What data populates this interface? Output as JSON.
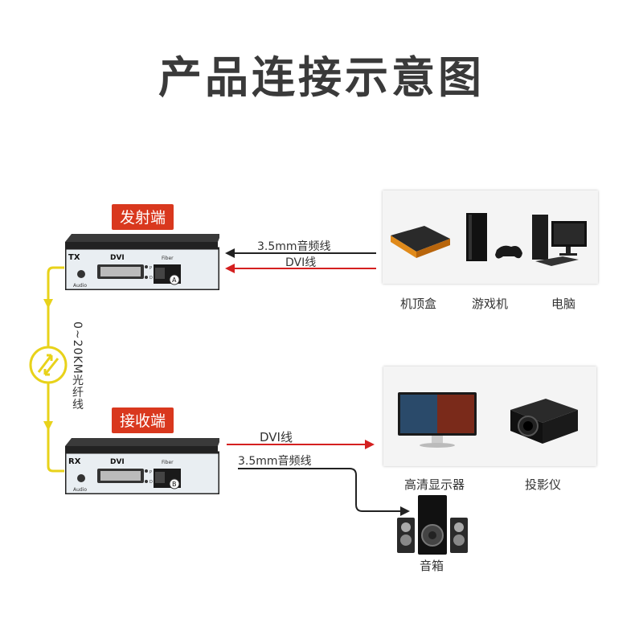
{
  "title": "产品连接示意图",
  "transmitter": {
    "badge": "发射端",
    "port_label": "TX",
    "port_type": "DVI",
    "audio_label": "Audio",
    "fiber_label": "Fiber",
    "fiber_port": "A",
    "led_p": "P",
    "led_d": "D"
  },
  "receiver": {
    "badge": "接收端",
    "port_label": "RX",
    "port_type": "DVI",
    "audio_label": "Audio",
    "fiber_label": "Fiber",
    "fiber_port": "B",
    "led_p": "P",
    "led_d": "D"
  },
  "fiber_link": {
    "label": "0~20KM光纤线"
  },
  "cables": {
    "tx_audio": "3.5mm音频线",
    "tx_dvi": "DVI线",
    "rx_dvi": "DVI线",
    "rx_audio": "3.5mm音频线"
  },
  "sources": [
    {
      "label": "机顶盒",
      "icon": "set-top-box-icon"
    },
    {
      "label": "游戏机",
      "icon": "game-console-icon"
    },
    {
      "label": "电脑",
      "icon": "desktop-computer-icon"
    }
  ],
  "displays": [
    {
      "label": "高清显示器",
      "icon": "monitor-icon"
    },
    {
      "label": "投影仪",
      "icon": "projector-icon"
    }
  ],
  "speaker": {
    "label": "音箱",
    "icon": "speaker-icon"
  },
  "colors": {
    "badge": "#d9381e",
    "dvi_cable": "#d42020",
    "audio_cable": "#222222",
    "fiber": "#e8d21a"
  }
}
